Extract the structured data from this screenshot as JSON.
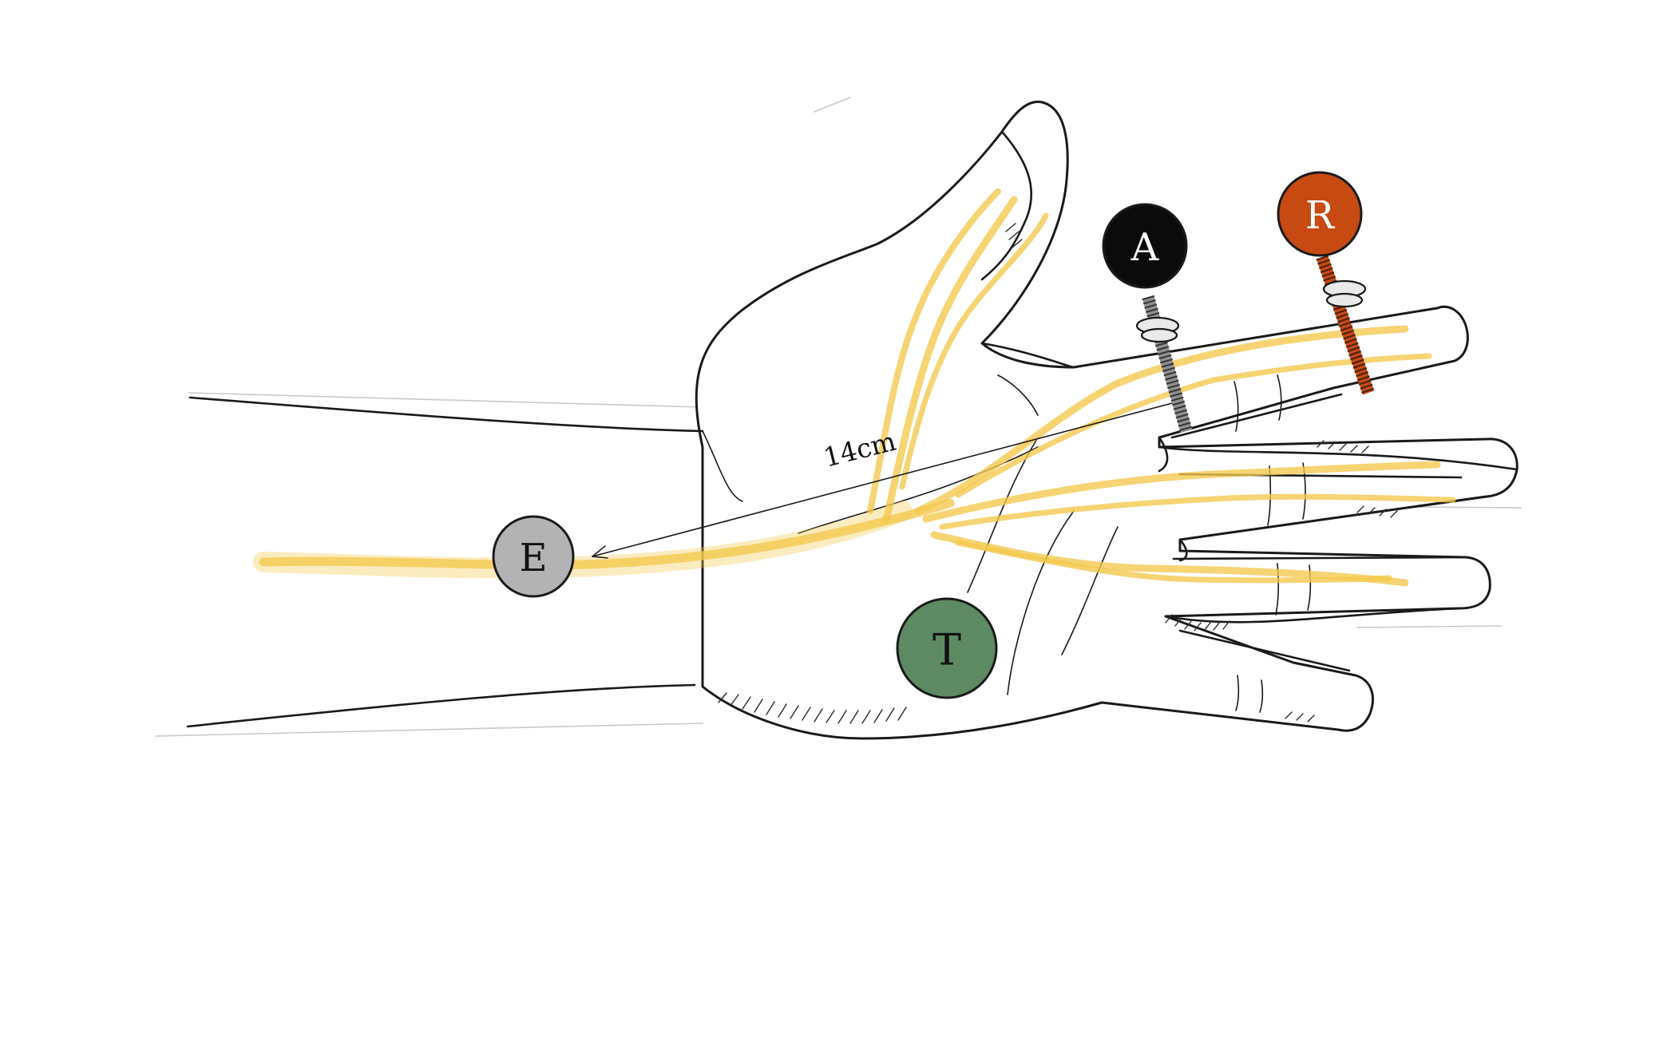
{
  "measurement": {
    "label": "14cm"
  },
  "electrodes": [
    {
      "id": "E",
      "label": "E",
      "fill": "#b3b3b3",
      "text_color": "#111111"
    },
    {
      "id": "A",
      "label": "A",
      "fill": "#0b0b0b",
      "text_color": "#ffffff"
    },
    {
      "id": "R",
      "label": "R",
      "fill": "#c64a12",
      "text_color": "#ffffff"
    },
    {
      "id": "T",
      "label": "T",
      "fill": "#5d8a62",
      "text_color": "#111111"
    }
  ],
  "colors": {
    "nerve": "#f3c84b",
    "ring_electrode_A": "#8f8f8f",
    "ring_electrode_R": "#c64a12",
    "outline": "#1a1a1a"
  }
}
